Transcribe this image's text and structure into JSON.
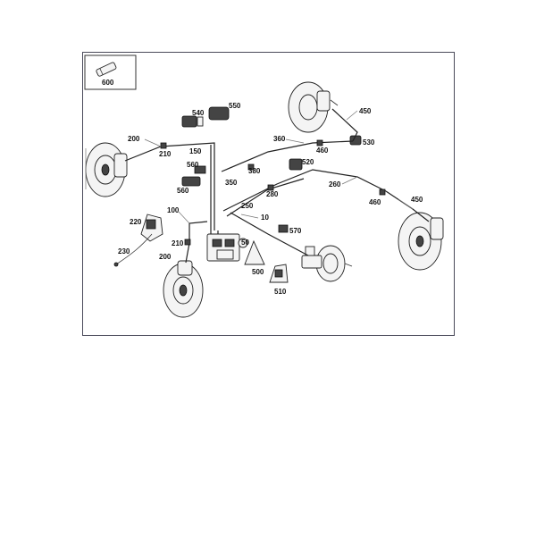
{
  "diagram": {
    "inset_label": "600",
    "callouts": [
      {
        "id": "10",
        "text": "10"
      },
      {
        "id": "50",
        "text": "50"
      },
      {
        "id": "100",
        "text": "100"
      },
      {
        "id": "150",
        "text": "150"
      },
      {
        "id": "200a",
        "text": "200"
      },
      {
        "id": "200b",
        "text": "200"
      },
      {
        "id": "210a",
        "text": "210"
      },
      {
        "id": "210b",
        "text": "210"
      },
      {
        "id": "220",
        "text": "220"
      },
      {
        "id": "230",
        "text": "230"
      },
      {
        "id": "250",
        "text": "250"
      },
      {
        "id": "260",
        "text": "260"
      },
      {
        "id": "280",
        "text": "280"
      },
      {
        "id": "350",
        "text": "350"
      },
      {
        "id": "360",
        "text": "360"
      },
      {
        "id": "380",
        "text": "380"
      },
      {
        "id": "450a",
        "text": "450"
      },
      {
        "id": "450b",
        "text": "450"
      },
      {
        "id": "460a",
        "text": "460"
      },
      {
        "id": "460b",
        "text": "460"
      },
      {
        "id": "500",
        "text": "500"
      },
      {
        "id": "510",
        "text": "510"
      },
      {
        "id": "520",
        "text": "520"
      },
      {
        "id": "530",
        "text": "530"
      },
      {
        "id": "540",
        "text": "540"
      },
      {
        "id": "550",
        "text": "550"
      },
      {
        "id": "560a",
        "text": "560"
      },
      {
        "id": "560b",
        "text": "560"
      },
      {
        "id": "570",
        "text": "570"
      }
    ]
  }
}
